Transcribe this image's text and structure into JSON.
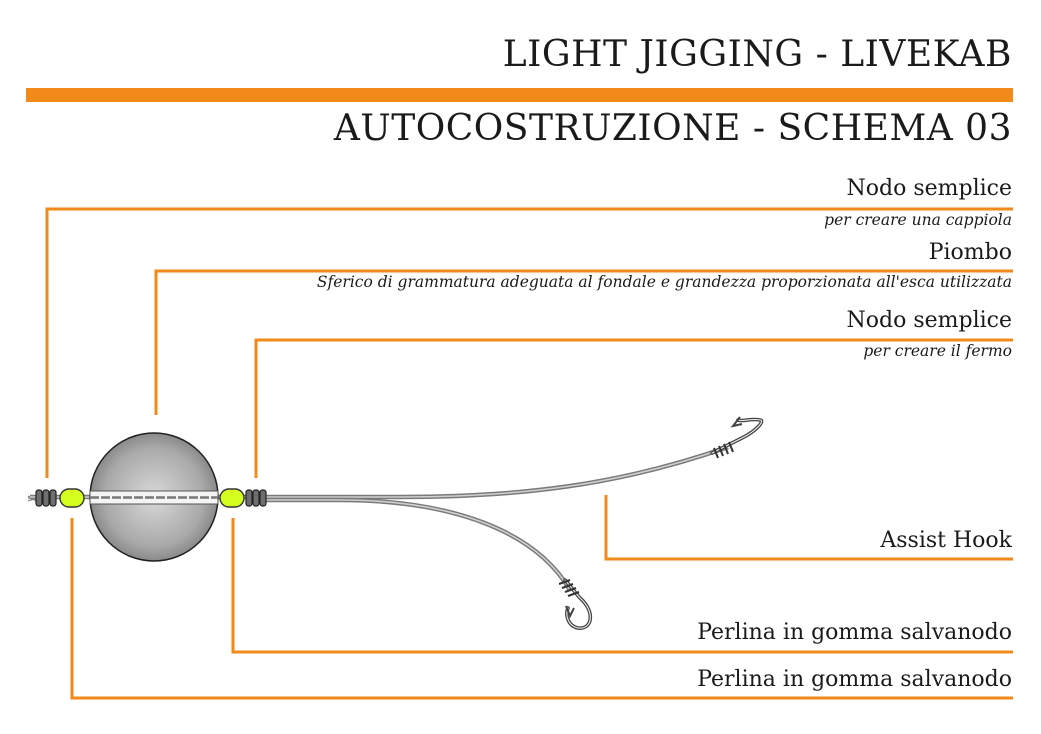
{
  "header": {
    "title": "LIGHT JIGGING - LIVEKAB",
    "subtitle": "AUTOCOSTRUZIONE - SCHEMA 03"
  },
  "colors": {
    "accent": "#f28a1a",
    "line": "#8a8a8a",
    "bead_stopper": "#6e6e6e",
    "bead_rubber": "#d4ff1f",
    "sinker_dark": "#7c7c7c",
    "sinker_light": "#d9d9d9"
  },
  "callouts": [
    {
      "label": "Nodo semplice",
      "note": "per creare una cappiola"
    },
    {
      "label": "Piombo",
      "note": "Sferico di grammatura adeguata al fondale e grandezza proporzionata all'esca utilizzata"
    },
    {
      "label": "Nodo semplice",
      "note": "per creare il fermo"
    },
    {
      "label": "Assist Hook"
    },
    {
      "label": "Perlina in gomma salvanodo"
    },
    {
      "label": "Perlina in gomma salvanodo"
    }
  ]
}
